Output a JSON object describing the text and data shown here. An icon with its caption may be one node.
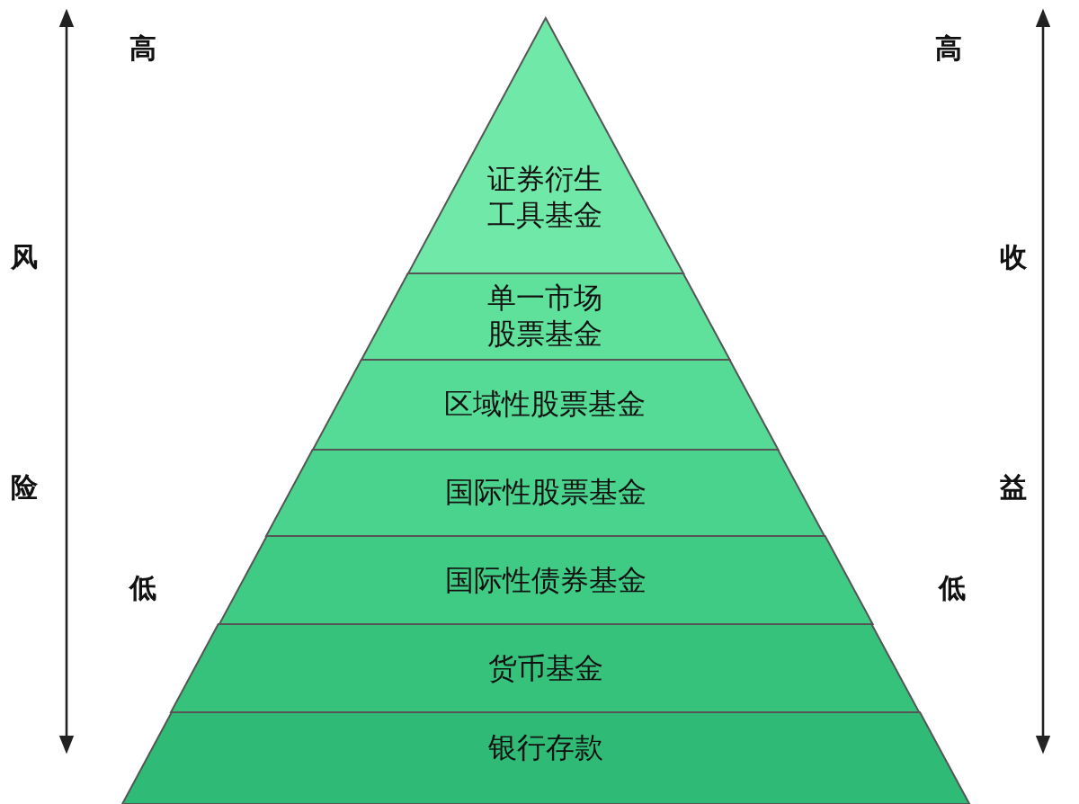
{
  "diagram": {
    "nodes": [
      {
        "text": [
          "证券衍生工具基金"
        ]
      },
      {
        "text": [
          "单一市场股票基金"
        ]
      },
      {
        "text": [
          "区域性股票基金"
        ]
      },
      {
        "text": [
          "国际性股票基金"
        ]
      },
      {
        "text": [
          "国际性债券基金"
        ]
      },
      {
        "text": [
          "货币基金"
        ]
      },
      {
        "text": [
          "银行存款"
        ]
      }
    ],
    "labels": [
      "高",
      "高",
      "风",
      "收",
      "险",
      "益",
      "低",
      "低"
    ]
  }
}
